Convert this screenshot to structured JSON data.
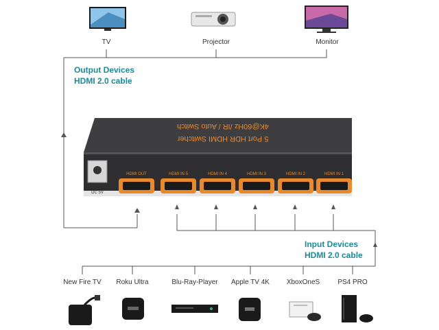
{
  "outputs": {
    "tv": "TV",
    "projector": "Projector",
    "monitor": "Monitor"
  },
  "output_heading": {
    "line1": "Output Devices",
    "line2": "HDMI 2.0 cable"
  },
  "input_heading": {
    "line1": "Input Devices",
    "line2": "HDMI 2.0 cable"
  },
  "switcher": {
    "title": "5 Port HDR HDMI Switcher",
    "subtitle": "4K@60Hz /IR / Auto Switch",
    "power": "DC 5V",
    "ports": [
      "HDMI OUT",
      "HDMI IN 5",
      "HDMI IN 4",
      "HDMI IN 3",
      "HDMI IN 2",
      "HDMI IN 1"
    ]
  },
  "inputs": {
    "fire_tv": "New Fire TV",
    "roku": "Roku Ultra",
    "bluray": "Blu-Ray-Player",
    "appletv": "Apple TV 4K",
    "xbox": "XboxOneS",
    "ps4": "PS4 PRO"
  },
  "colors": {
    "accent": "#1a8a9a",
    "orange": "#e8892c",
    "body": "#3a3a3c"
  }
}
